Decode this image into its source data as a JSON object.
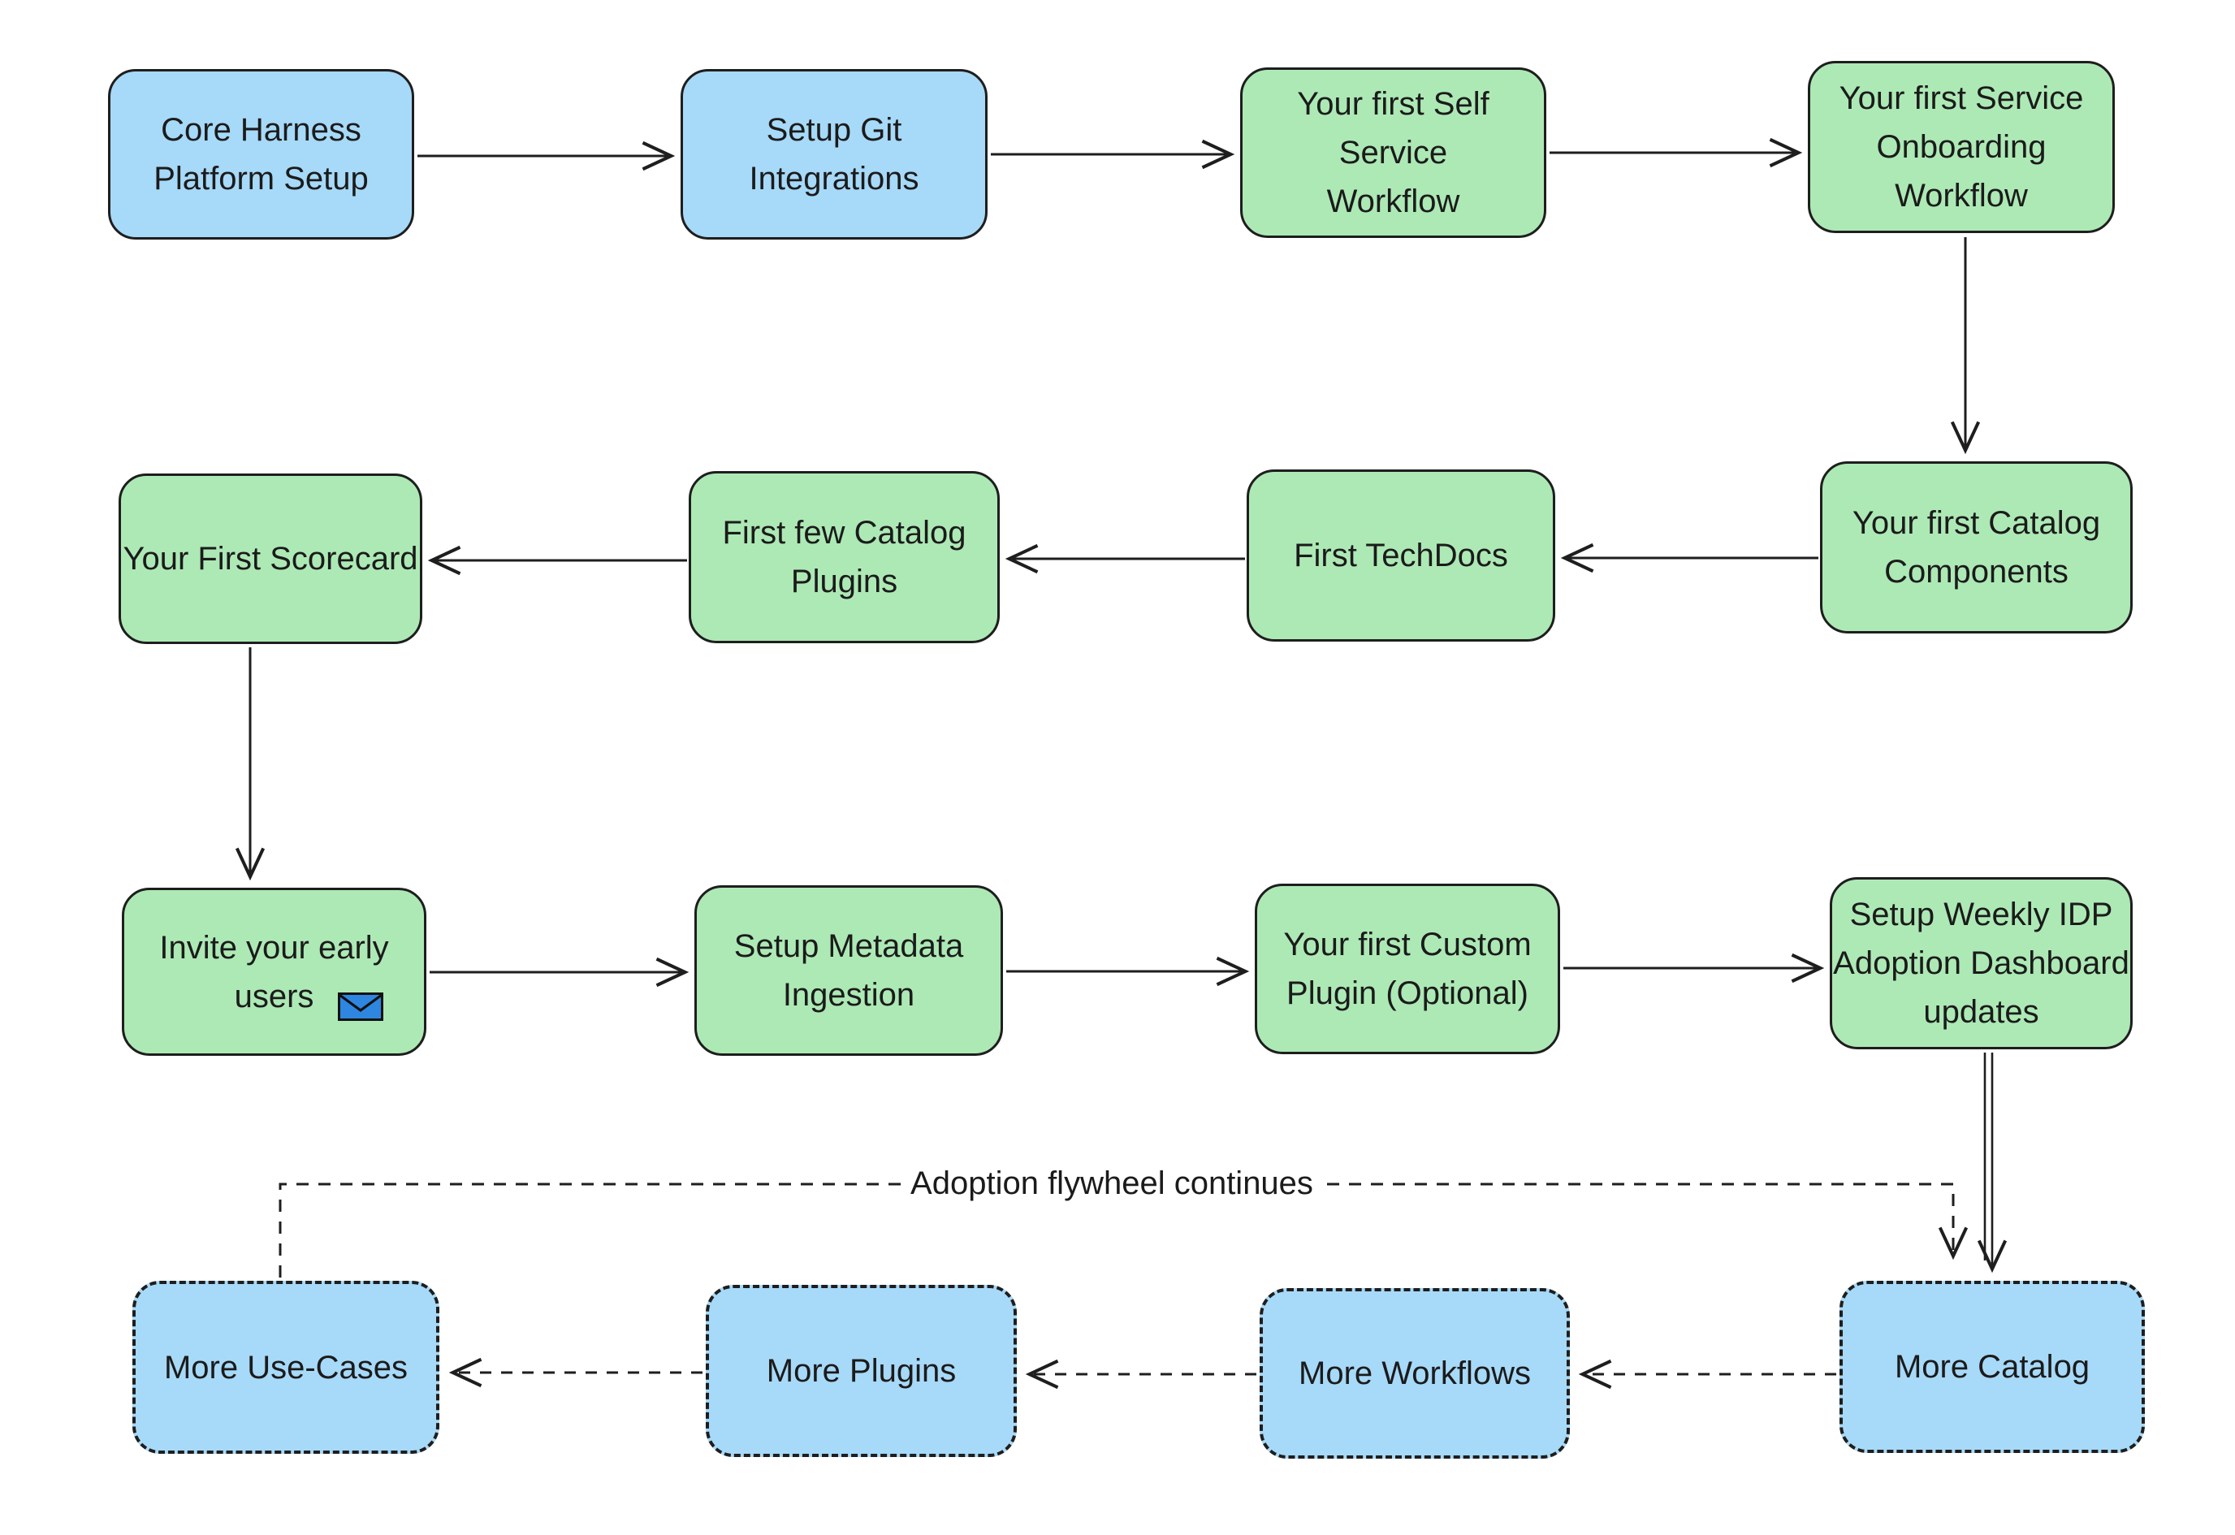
{
  "diagram": {
    "title_hint": "IDP adoption flowchart",
    "flywheel_label": "Adoption flywheel continues",
    "nodes": [
      {
        "id": "core-harness-platform-setup",
        "label": "Core Harness\nPlatform Setup",
        "style": "blue-solid"
      },
      {
        "id": "setup-git-integrations",
        "label": "Setup Git\nIntegrations",
        "style": "blue-solid"
      },
      {
        "id": "first-self-service-workflow",
        "label": "Your first Self Service\nWorkflow",
        "style": "green-solid"
      },
      {
        "id": "first-service-onboarding",
        "label": "Your first Service\nOnboarding\nWorkflow",
        "style": "green-solid"
      },
      {
        "id": "first-catalog-components",
        "label": "Your first Catalog\nComponents",
        "style": "green-solid"
      },
      {
        "id": "first-techdocs",
        "label": "First TechDocs",
        "style": "green-solid"
      },
      {
        "id": "first-few-catalog-plugins",
        "label": "First few Catalog\nPlugins",
        "style": "green-solid"
      },
      {
        "id": "your-first-scorecard",
        "label": "Your First Scorecard",
        "style": "green-solid"
      },
      {
        "id": "invite-your-early-users",
        "label": "Invite your early\nusers",
        "style": "green-solid",
        "icon": "envelope-icon"
      },
      {
        "id": "setup-metadata-ingestion",
        "label": "Setup Metadata\nIngestion",
        "style": "green-solid"
      },
      {
        "id": "first-custom-plugin",
        "label": "Your first Custom\nPlugin (Optional)",
        "style": "green-solid"
      },
      {
        "id": "setup-weekly-idp-dashboard",
        "label": "Setup Weekly IDP\nAdoption Dashboard\nupdates",
        "style": "green-solid"
      },
      {
        "id": "more-catalog",
        "label": "More Catalog",
        "style": "blue-dashed"
      },
      {
        "id": "more-workflows",
        "label": "More Workflows",
        "style": "blue-dashed"
      },
      {
        "id": "more-plugins",
        "label": "More Plugins",
        "style": "blue-dashed"
      },
      {
        "id": "more-use-cases",
        "label": "More Use-Cases",
        "style": "blue-dashed"
      }
    ],
    "edges": [
      {
        "from": "core-harness-platform-setup",
        "to": "setup-git-integrations",
        "style": "solid"
      },
      {
        "from": "setup-git-integrations",
        "to": "first-self-service-workflow",
        "style": "solid"
      },
      {
        "from": "first-self-service-workflow",
        "to": "first-service-onboarding",
        "style": "solid"
      },
      {
        "from": "first-service-onboarding",
        "to": "first-catalog-components",
        "style": "solid"
      },
      {
        "from": "first-catalog-components",
        "to": "first-techdocs",
        "style": "solid"
      },
      {
        "from": "first-techdocs",
        "to": "first-few-catalog-plugins",
        "style": "solid"
      },
      {
        "from": "first-few-catalog-plugins",
        "to": "your-first-scorecard",
        "style": "solid"
      },
      {
        "from": "your-first-scorecard",
        "to": "invite-your-early-users",
        "style": "solid"
      },
      {
        "from": "invite-your-early-users",
        "to": "setup-metadata-ingestion",
        "style": "solid"
      },
      {
        "from": "setup-metadata-ingestion",
        "to": "first-custom-plugin",
        "style": "solid"
      },
      {
        "from": "first-custom-plugin",
        "to": "setup-weekly-idp-dashboard",
        "style": "solid"
      },
      {
        "from": "setup-weekly-idp-dashboard",
        "to": "more-catalog",
        "style": "solid-double"
      },
      {
        "from": "more-catalog",
        "to": "more-workflows",
        "style": "dashed"
      },
      {
        "from": "more-workflows",
        "to": "more-plugins",
        "style": "dashed"
      },
      {
        "from": "more-plugins",
        "to": "more-use-cases",
        "style": "dashed"
      },
      {
        "from": "more-use-cases",
        "to": "more-catalog",
        "style": "dashed",
        "label": "Adoption flywheel continues"
      }
    ]
  },
  "icons": [
    {
      "name": "envelope-icon",
      "glyph": "✉",
      "color": "#2e86e0"
    }
  ],
  "colors": {
    "box_blue": "#a7d9f8",
    "box_green": "#ade9b5",
    "stroke": "#1e1e1e",
    "text": "#1b1b1b",
    "background": "#ffffff",
    "envelope_blue": "#2e86e0"
  }
}
